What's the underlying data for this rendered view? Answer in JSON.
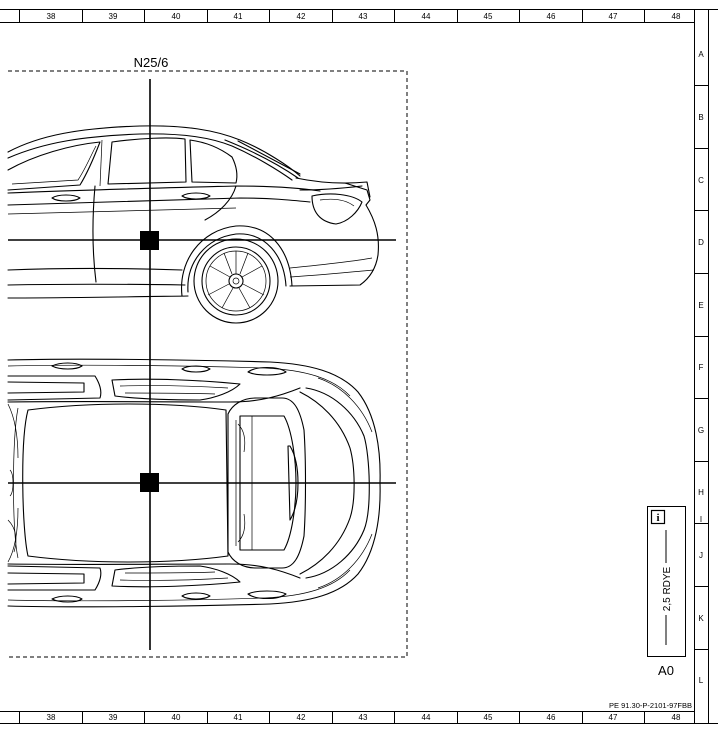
{
  "columns": [
    "38",
    "39",
    "40",
    "41",
    "42",
    "43",
    "44",
    "45",
    "46",
    "47",
    "48"
  ],
  "rows": [
    "A",
    "B",
    "C",
    "D",
    "E",
    "F",
    "G",
    "H",
    "I",
    "J",
    "K",
    "L"
  ],
  "component_label": "N25/6",
  "info_box": {
    "icon": "info-icon",
    "icon_glyph": "i",
    "wire_label": "2,5 RDYE",
    "pin_label": "A0"
  },
  "document_id": "PE 91.30-P-2101-97FBB"
}
